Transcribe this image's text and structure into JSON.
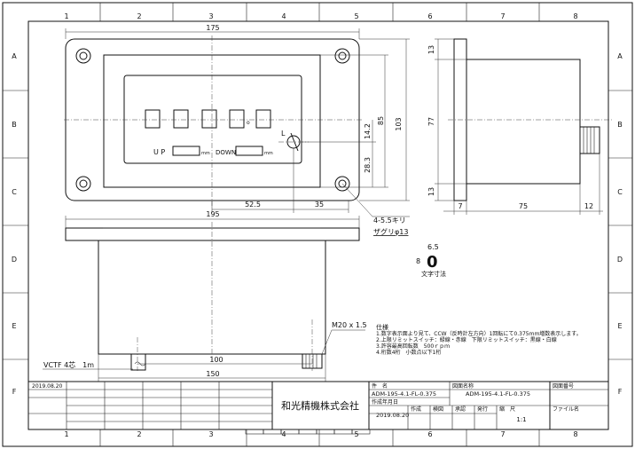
{
  "grid": {
    "columns": [
      "1",
      "2",
      "3",
      "4",
      "5",
      "6",
      "7",
      "8"
    ],
    "rows": [
      "A",
      "B",
      "C",
      "D",
      "E",
      "F"
    ]
  },
  "front_view": {
    "dims": {
      "width": "175",
      "height_outer": "103",
      "height_inner": "85",
      "d_14_2": "14.2",
      "d_28_3": "28.3",
      "d_52_5": "52.5",
      "d_35": "35"
    },
    "up_label": "U P",
    "down_label": "DOWN",
    "unit_mm": "mm",
    "hole_note": "4-5.5キリ",
    "hole_note2": "ザグリφ13",
    "l_mark": "L",
    "dot_mark": "o"
  },
  "side_view": {
    "dims": {
      "d13a": "13",
      "d77": "77",
      "d13b": "13",
      "d7": "7",
      "d75": "75",
      "d12": "12"
    }
  },
  "bottom_view": {
    "dims": {
      "d195": "195",
      "d100": "100",
      "d150": "150"
    },
    "thread_note": "M20 x 1.5",
    "cable_note": "VCTF 4芯　1m"
  },
  "char_size": {
    "h": "6.5",
    "w": "8",
    "digit": "0",
    "label": "文字寸法"
  },
  "spec": {
    "title": "仕様",
    "lines": [
      "1.数字表示面より見て、CCW（反時計左方向）1回転にて0.375mm増数表示します。",
      "2.上限リミットスイッチ：緑線・赤線　下限リミットスイッチ：黒線・白線",
      "3.許容最高回転数　500ｒｐｍ",
      "4.桁数4桁　小数点以下1桁"
    ]
  },
  "title_block": {
    "date_top": "2019.08.20",
    "company": "和光精機株式会社",
    "item_label": "件　名",
    "item_value": "ADM-195-4.1-FL-0.375",
    "drawing_name_label": "図面名称",
    "drawing_name_value": "ADM-195-4.1-FL-0.375",
    "drawing_no_label": "図面番号",
    "created_label": "作成年月日",
    "created_value": "2019.08.20",
    "author_label": "作成",
    "check_label": "検図",
    "approve_label": "承認",
    "issue_label": "発行",
    "scale_label": "縮　尺",
    "scale_value": "1:1",
    "file_label": "ファイル名"
  }
}
